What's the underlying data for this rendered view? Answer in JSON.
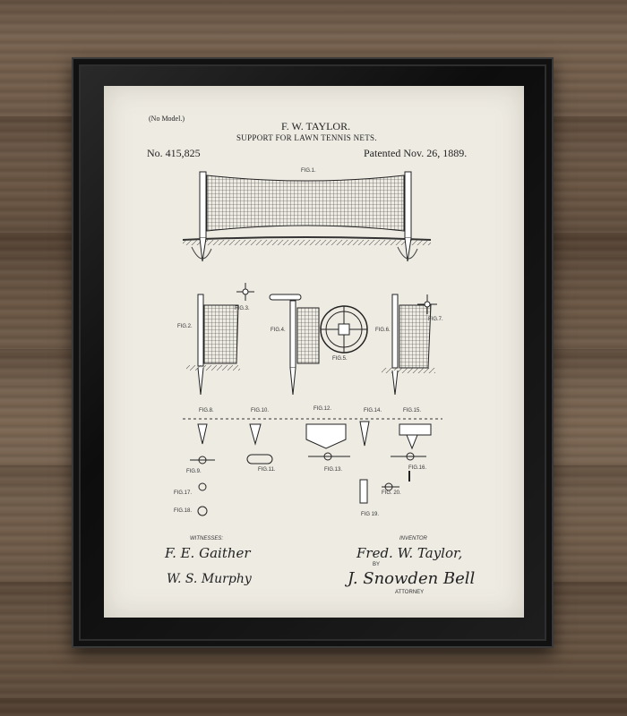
{
  "patent": {
    "no_model": "(No Model.)",
    "inventor_name": "F. W. TAYLOR.",
    "title": "SUPPORT FOR LAWN TENNIS NETS.",
    "number": "No. 415,825",
    "patented": "Patented Nov. 26, 1889."
  },
  "figures": {
    "fig1": "FIG.1.",
    "fig2": "FIG.2.",
    "fig3": "FIG.3.",
    "fig4": "FIG.4.",
    "fig5": "FIG.5.",
    "fig6": "FIG.6.",
    "fig7": "FIG.7.",
    "fig8": "FIG.8.",
    "fig9": "FIG.9.",
    "fig10": "FIG.10.",
    "fig11": "FIG.11.",
    "fig12": "FIG.12.",
    "fig13": "FIG.13.",
    "fig14": "FIG.14.",
    "fig15": "FIG.15.",
    "fig16": "FIG.16.",
    "fig17": "FIG.17.",
    "fig18": "FIG.18.",
    "fig19": "FIG 19.",
    "fig20": "FIG. 20."
  },
  "footer": {
    "witnesses_label": "WITNESSES:",
    "inventor_label": "INVENTOR",
    "by_label": "BY",
    "attorney_label": "ATTORNEY",
    "witness1": "F. E. Gaither",
    "witness2": "W. S. Murphy",
    "inventor_sig": "Fred. W. Taylor,",
    "attorney_sig": "J. Snowden Bell"
  },
  "colors": {
    "paper": "#eeebe3",
    "frame": "#151515",
    "ink": "#222222"
  }
}
